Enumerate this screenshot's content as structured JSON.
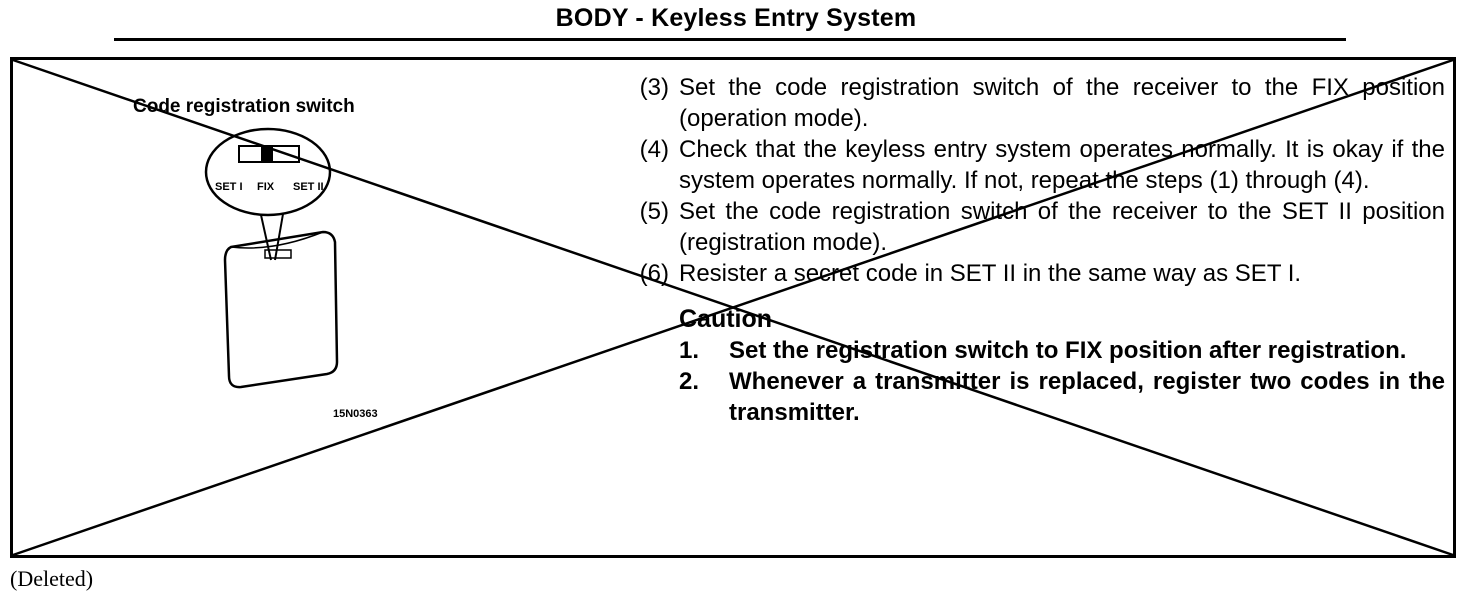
{
  "header": {
    "title": "BODY - Keyless Entry System"
  },
  "figure": {
    "label": "Code registration switch",
    "switch_positions": [
      "SET I",
      "FIX",
      "SET II"
    ],
    "figure_id": "15N0363"
  },
  "steps": [
    {
      "num": "(3)",
      "text": "Set the code registration switch of the receiver to the FIX position (operation mode)."
    },
    {
      "num": "(4)",
      "text": "Check that the keyless entry system operates normally. It is okay if the system operates normally.  If not, repeat the steps (1) through (4)."
    },
    {
      "num": "(5)",
      "text": "Set the code registration switch of the receiver to the SET II position (registration mode)."
    },
    {
      "num": "(6)",
      "text": "Resister a secret code in SET II in the same way as SET I."
    }
  ],
  "caution": {
    "title": "Caution",
    "items": [
      {
        "num": "1.",
        "text": "Set the registration switch to FIX position after registration."
      },
      {
        "num": "2.",
        "text": "Whenever a transmitter is replaced, register two codes in the transmitter."
      }
    ]
  },
  "footnote": "(Deleted)"
}
